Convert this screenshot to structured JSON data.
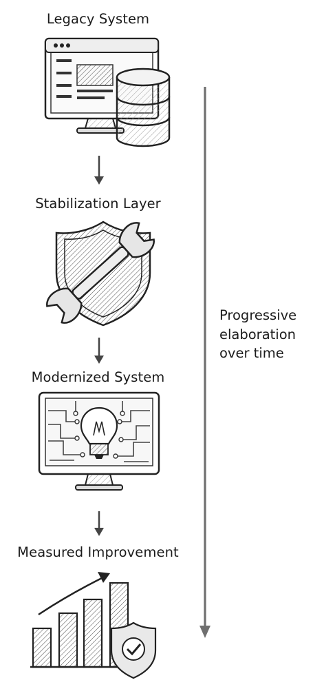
{
  "stages": [
    {
      "label": "Legacy System",
      "icon": "legacy-computer-database-icon"
    },
    {
      "label": "Stabilization Layer",
      "icon": "shield-wrench-icon"
    },
    {
      "label": "Modernized System",
      "icon": "circuit-lightbulb-monitor-icon"
    },
    {
      "label": "Measured Improvement",
      "icon": "bar-chart-check-shield-icon"
    }
  ],
  "timeline": {
    "lines": [
      "Progressive",
      "elaboration",
      "over time"
    ],
    "arrow_icon": "down-arrow-icon"
  },
  "colors": {
    "ink": "#1b1b1b",
    "stroke": "#333333",
    "arrow": "#6f6f6f",
    "shade": "#d9d9d9",
    "light": "#f0f0f0"
  }
}
